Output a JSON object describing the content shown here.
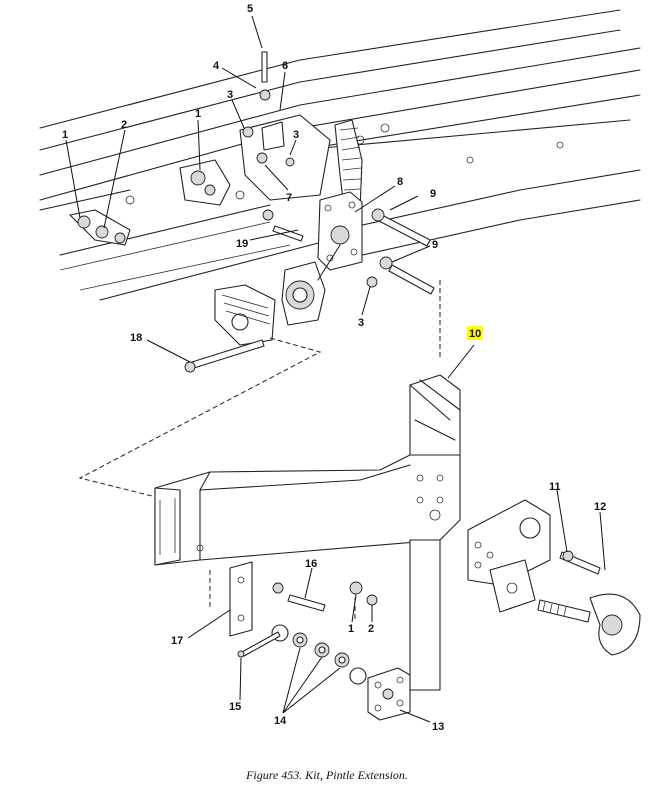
{
  "caption": "Figure 453.  Kit, Pintle Extension.",
  "highlight_color": "#ffff00",
  "callouts": {
    "c5": "5",
    "c4": "4",
    "c6": "6",
    "c3a": "3",
    "c3b": "3",
    "c3c": "3",
    "c1a": "1",
    "c2a": "2",
    "c1b": "1",
    "c7": "7",
    "c8": "8",
    "c9a": "9",
    "c9b": "9",
    "c19": "19",
    "c18": "18",
    "c10": "10",
    "c11": "11",
    "c12": "12",
    "c16": "16",
    "c1c": "1",
    "c2b": "2",
    "c17": "17",
    "c15": "15",
    "c14": "14",
    "c13": "13"
  }
}
